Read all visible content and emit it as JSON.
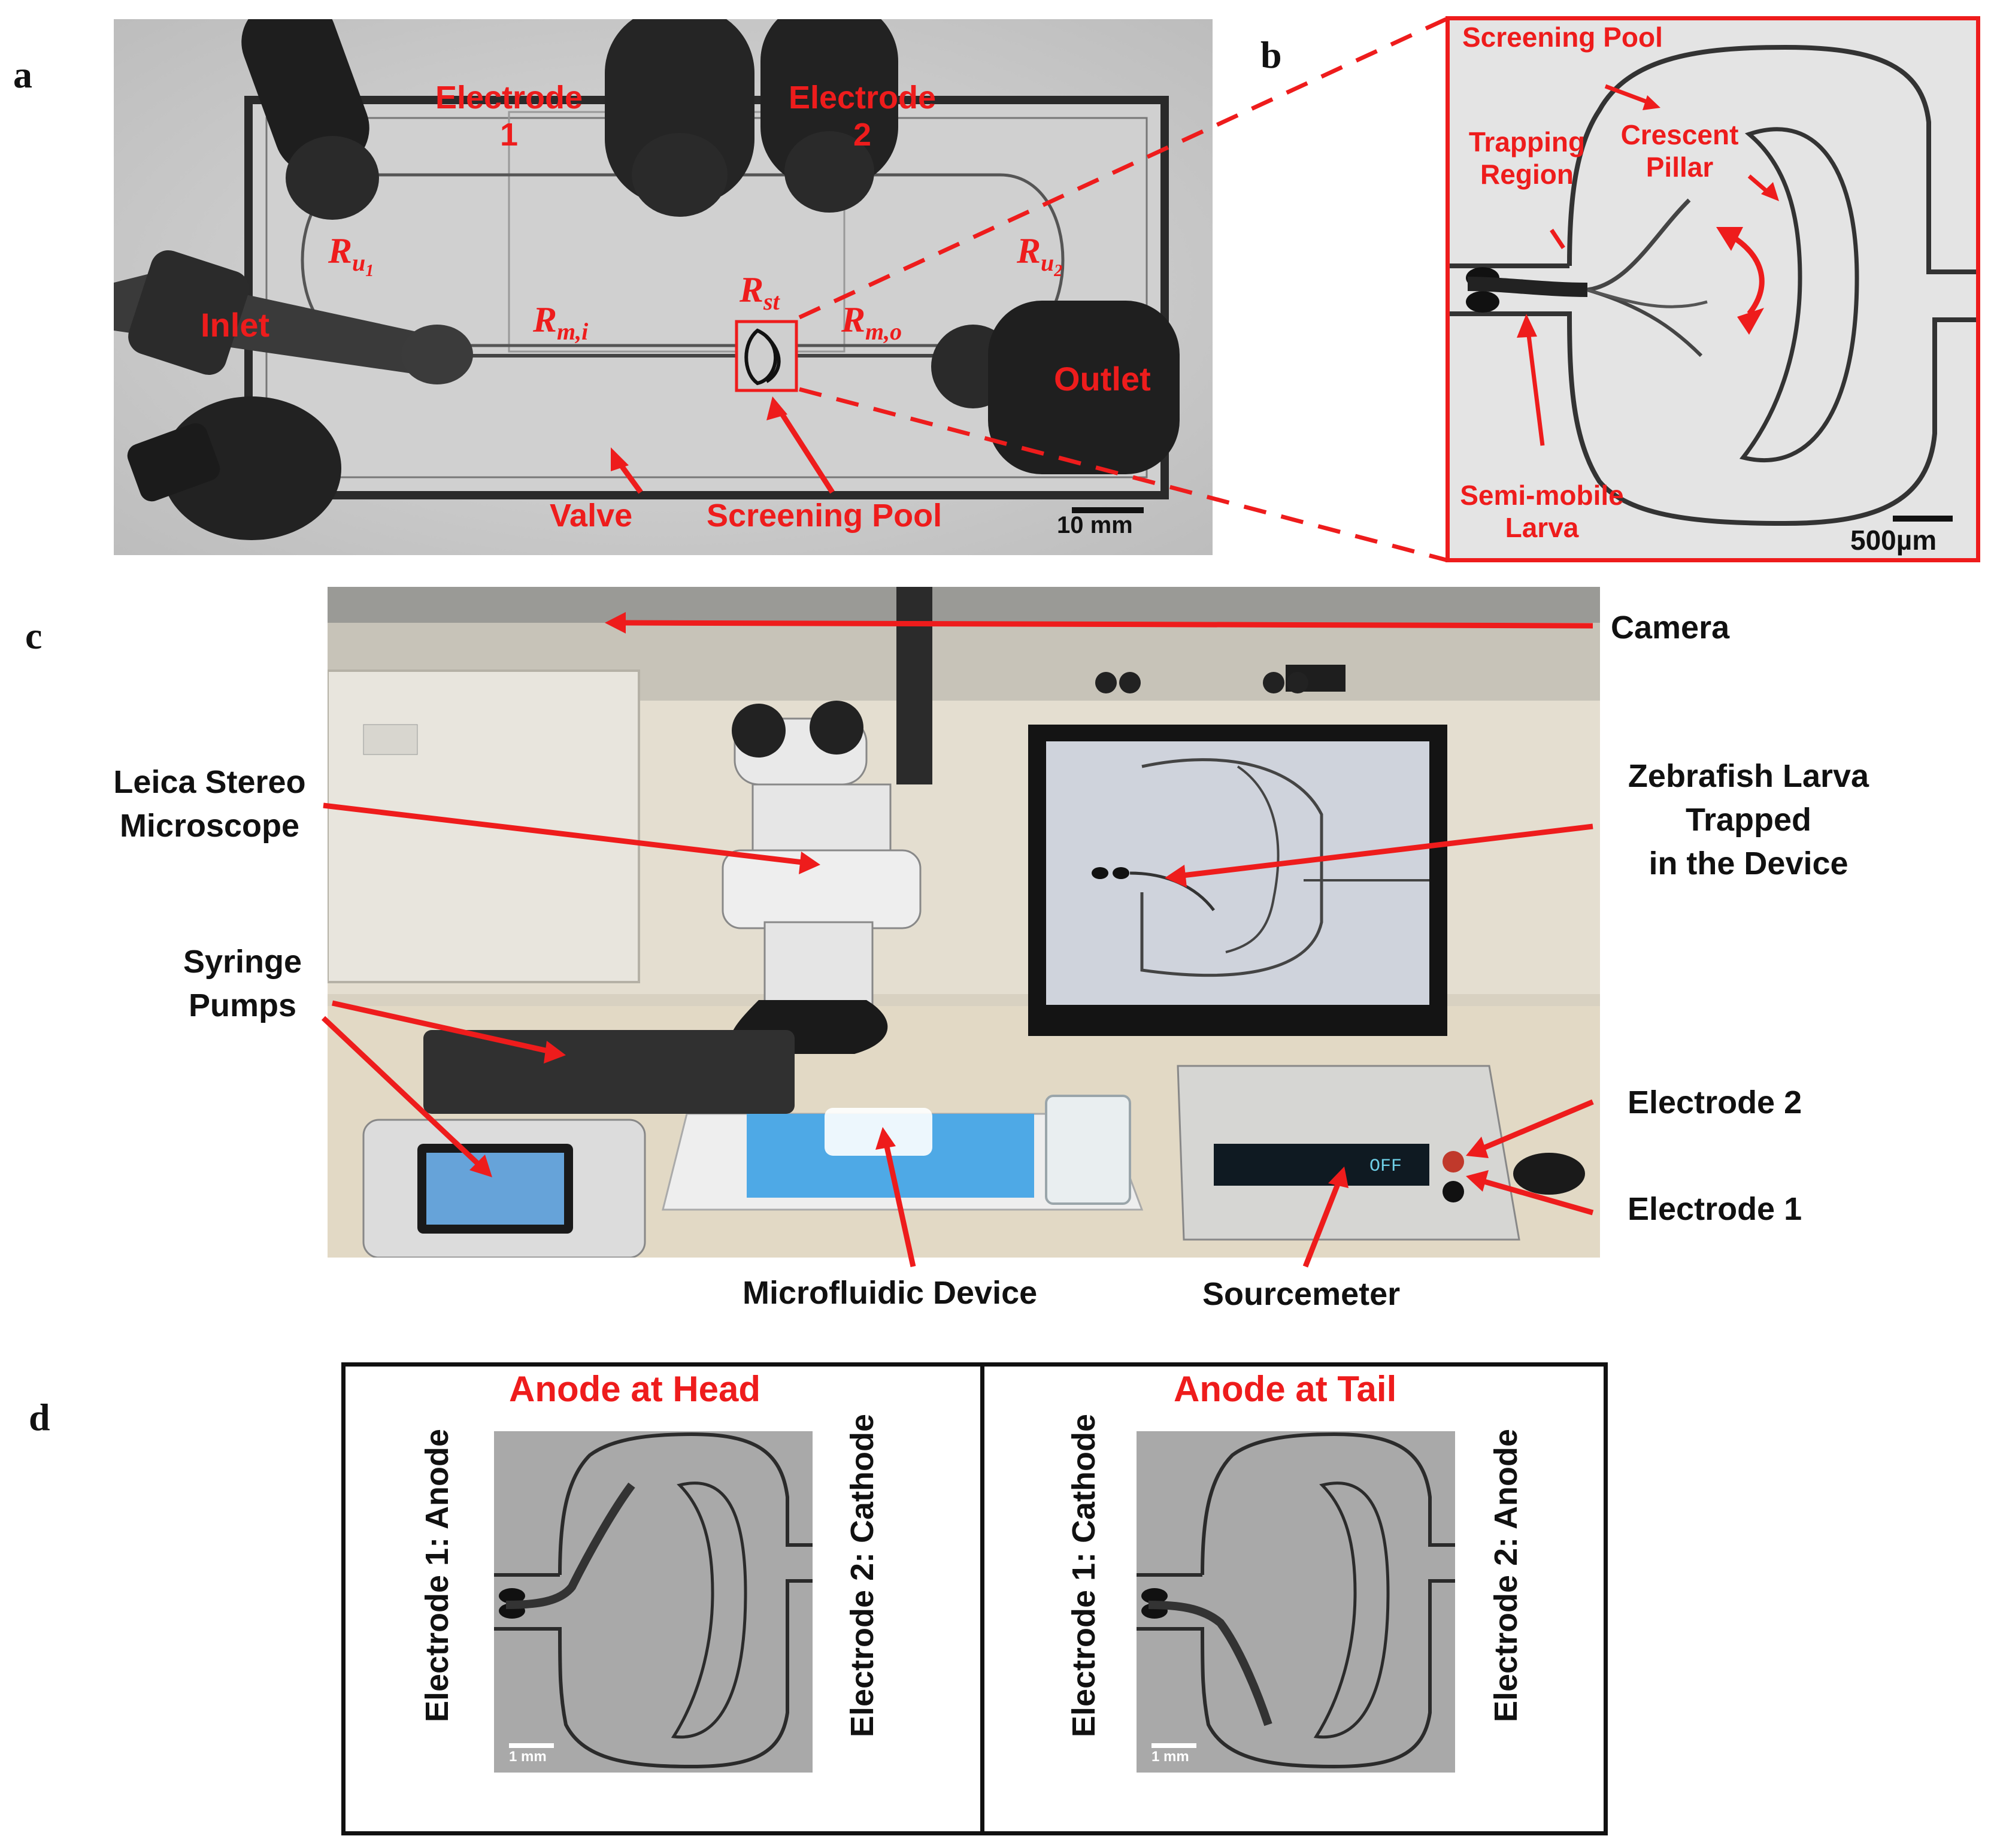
{
  "panels": {
    "a": {
      "letter": "a",
      "labels": {
        "electrode1_line1": "Electrode",
        "electrode1_line2": "1",
        "electrode2_line1": "Electrode",
        "electrode2_line2": "2",
        "inlet": "Inlet",
        "outlet": "Outlet",
        "valve": "Valve",
        "screening_pool": "Screening Pool",
        "scale": "10 mm"
      },
      "resistances": {
        "ru1": {
          "base": "R",
          "sub": "u",
          "subsub": "1"
        },
        "ru2": {
          "base": "R",
          "sub": "u",
          "subsub": "2"
        },
        "rmi": {
          "base": "R",
          "sub": "m,i"
        },
        "rmo": {
          "base": "R",
          "sub": "m,o"
        },
        "rst": {
          "base": "R",
          "sub": "st"
        }
      }
    },
    "b": {
      "letter": "b",
      "labels": {
        "screening_pool": "Screening Pool",
        "trapping_line1": "Trapping",
        "trapping_line2": "Region",
        "crescent_line1": "Crescent",
        "crescent_line2": "Pillar",
        "semimobile_line1": "Semi-mobile",
        "semimobile_line2": "Larva",
        "scale": "500µm"
      }
    },
    "c": {
      "letter": "c",
      "labels": {
        "camera": "Camera",
        "microscope_line1": "Leica Stereo",
        "microscope_line2": "Microscope",
        "zebrafish_line1": "Zebrafish Larva",
        "zebrafish_line2": "Trapped",
        "zebrafish_line3": "in the Device",
        "syringe_line1": "Syringe",
        "syringe_line2": "Pumps",
        "electrode2": "Electrode 2",
        "electrode1": "Electrode 1",
        "microfluidic": "Microfluidic Device",
        "sourcemeter": "Sourcemeter"
      },
      "instrument_display": "OFF"
    },
    "d": {
      "letter": "d",
      "left": {
        "title": "Anode at Head",
        "left_side": "Electrode 1: Anode",
        "right_side": "Electrode 2: Cathode",
        "scale": "1 mm"
      },
      "right": {
        "title": "Anode at Tail",
        "left_side": "Electrode 1: Cathode",
        "right_side": "Electrode 2: Anode",
        "scale": "1 mm"
      }
    }
  },
  "colors": {
    "annotation_red": "#ee1c1c",
    "text_dark": "#111111"
  }
}
